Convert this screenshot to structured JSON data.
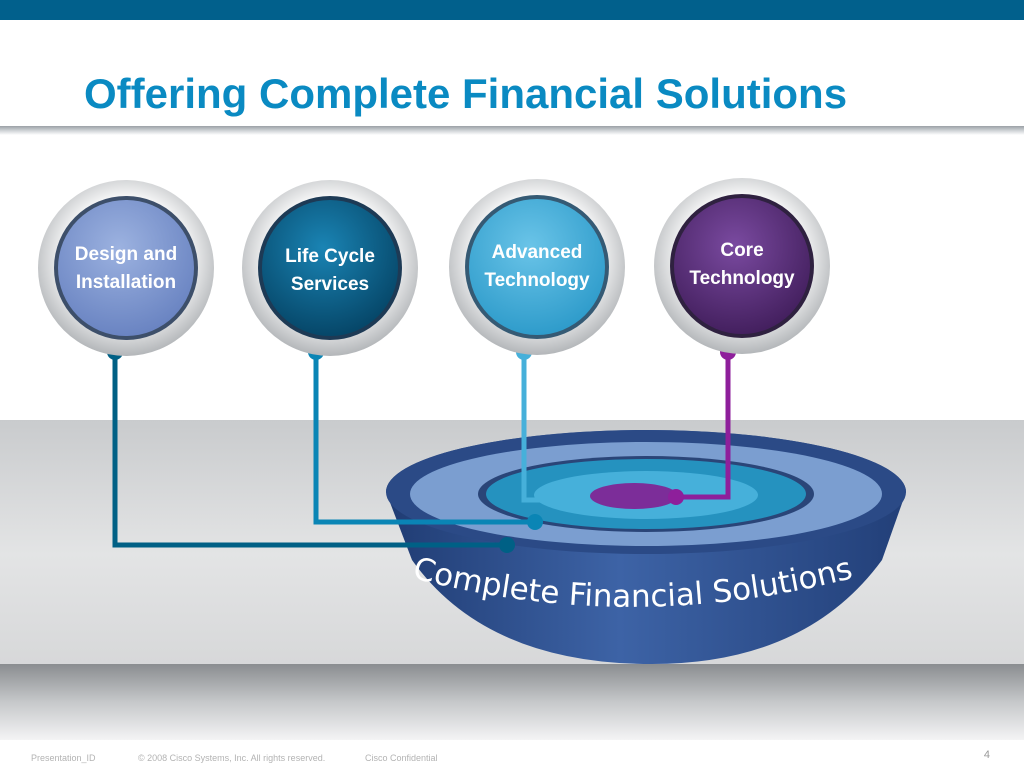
{
  "slide": {
    "title": "Offering Complete Financial Solutions",
    "page_number": "4"
  },
  "circles": [
    {
      "line1": "Design and",
      "line2": "Installation",
      "color": "#7b93cc",
      "connector_color": "#006085"
    },
    {
      "line1": "Life Cycle",
      "line2": "Services",
      "color": "#0b5e88",
      "connector_color": "#0a85b5"
    },
    {
      "line1": "Advanced",
      "line2": "Technology",
      "color": "#46aed9",
      "connector_color": "#46b0da"
    },
    {
      "line1": "Core",
      "line2": "Technology",
      "color": "#58307a",
      "connector_color": "#8e1f9b"
    }
  ],
  "bowl": {
    "label": "Complete Financial Solutions",
    "body_color": "#2f4f8d",
    "ring_colors": [
      "#7b9ed0",
      "#2592bf",
      "#46b0da",
      "#7c2d99"
    ]
  },
  "footer": {
    "presentation_id": "Presentation_ID",
    "copyright": "© 2008 Cisco Systems, Inc. All rights reserved.",
    "confidential": "Cisco Confidential"
  }
}
